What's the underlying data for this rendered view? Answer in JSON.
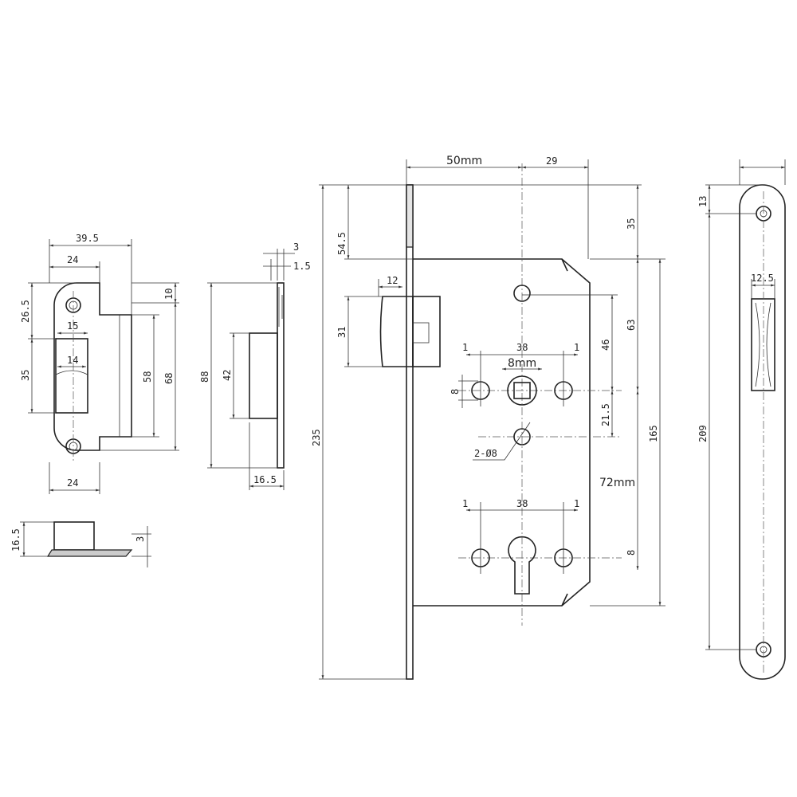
{
  "strike_plate": {
    "width_total": "39.5",
    "width_plate": "24",
    "top_offset": "10",
    "hole_to_opening": "26.5",
    "opening_height": "35",
    "opening_width": "15",
    "inner_width": "14",
    "lip_height": "58",
    "plate_height": "68",
    "bottom_width": "24"
  },
  "strike_side": {
    "thickness": "3",
    "thickness_inner": "1.5",
    "height": "88",
    "box_height": "42",
    "depth": "16.5"
  },
  "strike_bottom": {
    "depth": "16.5",
    "thickness": "3"
  },
  "lock_body": {
    "backset": "50mm",
    "case_half": "29",
    "top_to_case": "54.5",
    "latch_width": "12",
    "latch_height": "31",
    "total_height": "235",
    "top_right": "35",
    "hole_spacing": "63",
    "follower_to_hole": "46",
    "offset_1a": "1",
    "center_distance_a": "38",
    "offset_1b": "1",
    "spindle": "8mm",
    "hole_dia_a": "8",
    "follower_to_lower": "21.5",
    "mount_holes": "2-Ø8",
    "case_height": "165",
    "center_distance": "72mm",
    "offset_1c": "1",
    "center_distance_b": "38",
    "offset_1d": "1",
    "cyl_offset": "8"
  },
  "faceplate": {
    "top_hole": "13",
    "slot_width": "12.5",
    "hole_distance": "209"
  }
}
